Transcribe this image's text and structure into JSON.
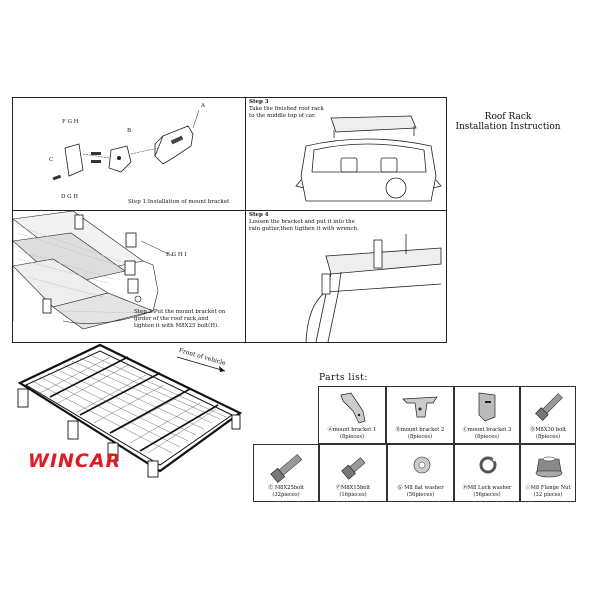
{
  "doc": {
    "title_line1": "Roof Rack",
    "title_line2": "Installation Instruction"
  },
  "step1": {
    "letters_top": "F G H",
    "letters_bottom": "D G H",
    "label_a": "A",
    "label_b": "B",
    "label_c": "C",
    "caption": "Step 1:Installation of mount bracket"
  },
  "step2": {
    "letters": "E G H I",
    "caption_line1": "Step 2:Put the mount bracket on",
    "caption_line2": "girder of the roof rack,and",
    "caption_line3": "tighten it with M8X25 bolt(H)."
  },
  "step3": {
    "heading": "Step 3",
    "line1": "Take the finished roof rack",
    "line2": "to the middle top of car."
  },
  "step4": {
    "heading": "Step 4",
    "line1": "Loosen the bracket and put it into the",
    "line2": "rain gutter,then tigthen it with wrench."
  },
  "overview": {
    "front_label": "Front of vehicle"
  },
  "brand": {
    "logo_text": "WINCAR",
    "logo_color": "#e01a22"
  },
  "parts": {
    "heading": "Parts list:",
    "items": [
      {
        "name": "Ⓐmount bracket 1",
        "qty": "(8pieces)",
        "icon": "mount-bracket-1-icon"
      },
      {
        "name": "Ⓑmount bracket 2",
        "qty": "(8pieces)",
        "icon": "mount-bracket-2-icon"
      },
      {
        "name": "Ⓒmount bracket 3",
        "qty": "(8pieces)",
        "icon": "mount-bracket-3-icon"
      },
      {
        "name": "ⒹM8X30 bolt",
        "qty": "(8pieces)",
        "icon": "bolt-icon"
      },
      {
        "name": "Ⓔ M8X25bolt",
        "qty": "(32pieces)",
        "icon": "bolt-icon"
      },
      {
        "name": "ⒻM8X15bolt",
        "qty": "(16pieces)",
        "icon": "short-bolt-icon"
      },
      {
        "name": "Ⓖ M8 flat washer",
        "qty": "(56pieces)",
        "icon": "flat-washer-icon"
      },
      {
        "name": "ⒽM8 Lock washer",
        "qty": "(56pieces)",
        "icon": "lock-washer-icon"
      },
      {
        "name": "ⒾM8 Flange Nut",
        "qty": "(32 pieces)",
        "icon": "flange-nut-icon"
      }
    ]
  }
}
